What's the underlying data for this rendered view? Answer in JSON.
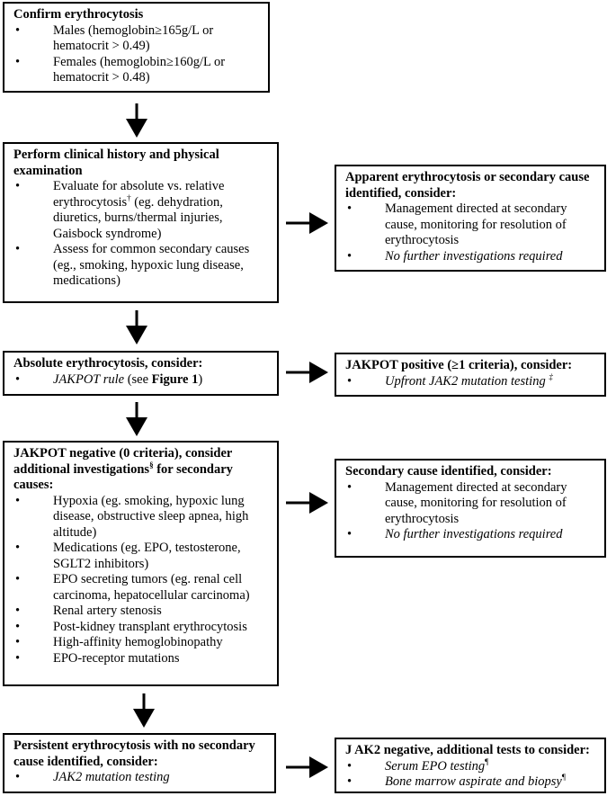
{
  "box1": {
    "title": "Confirm erythrocytosis",
    "items": [
      {
        "text": "Males (hemoglobin≥165g/L or hematocrit > 0.49)"
      },
      {
        "text": "Females (hemoglobin≥160g/L or hematocrit > 0.48)"
      }
    ]
  },
  "box2": {
    "title": "Perform clinical history and physical examination",
    "items": [
      {
        "pre": "Evaluate for absolute vs. relative erythrocytosis",
        "sup": "†",
        "post": " (eg. dehydration, diuretics, burns/thermal injuries, Gaisbock syndrome)"
      },
      {
        "text": "Assess for common secondary causes (eg., smoking, hypoxic lung disease, medications)"
      }
    ]
  },
  "box3": {
    "title": "Apparent erythrocytosis or secondary cause identified, consider:",
    "items": [
      {
        "text": "Management directed at secondary cause, monitoring for resolution of erythrocytosis"
      },
      {
        "text": "No further investigations required"
      }
    ]
  },
  "box4": {
    "title": "Absolute erythrocytosis, consider:",
    "item": {
      "rule": "JAKPOT rule",
      "mid": " (see ",
      "fig": "Figure 1",
      "end": ")"
    }
  },
  "box5": {
    "title": "JAKPOT positive (≥1 criteria), consider:",
    "item": {
      "text": "Upfront JAK2 mutation testing ",
      "sup": "‡"
    }
  },
  "box6": {
    "title_pre": "JAKPOT negative (0 criteria), consider additional investigations",
    "title_sup": "§",
    "title_post": " for secondary causes:",
    "items": [
      "Hypoxia (eg. smoking, hypoxic lung disease, obstructive sleep apnea, high altitude)",
      "Medications (eg. EPO, testosterone, SGLT2 inhibitors)",
      "EPO secreting tumors (eg. renal cell carcinoma, hepatocellular carcinoma)",
      "Renal artery stenosis",
      "Post-kidney transplant erythrocytosis",
      "High-affinity hemoglobinopathy",
      "EPO-receptor mutations"
    ]
  },
  "box7": {
    "title": "Secondary cause identified, consider:",
    "items": [
      {
        "text": "Management directed at secondary cause, monitoring for resolution of erythrocytosis"
      },
      {
        "text": "No further investigations required"
      }
    ]
  },
  "box8": {
    "title": "Persistent erythrocytosis with no secondary cause identified, consider:",
    "item": {
      "text": "JAK2 mutation testing"
    }
  },
  "box9": {
    "title": "J AK2 negative, additional tests to consider:",
    "items": [
      {
        "text": "Serum EPO testing",
        "sup": "¶"
      },
      {
        "text": "Bone marrow aspirate and biopsy",
        "sup": "¶"
      }
    ]
  },
  "bullet": "•"
}
